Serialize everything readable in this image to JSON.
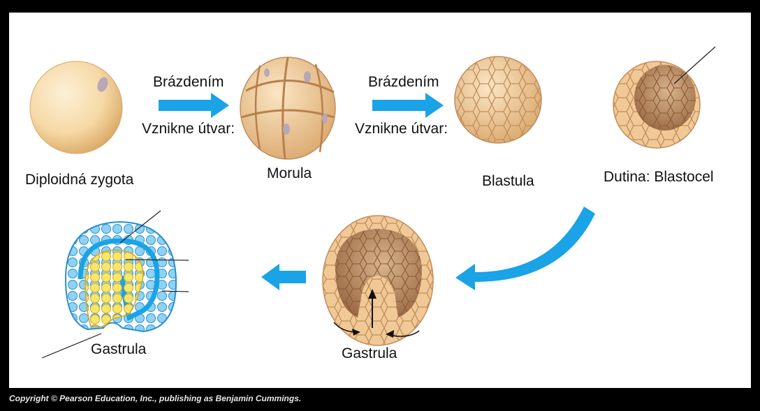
{
  "labels": {
    "zygote": "Diploidná zygota",
    "morula": "Morula",
    "blastula": "Blastula",
    "blastocel": "Dutina: Blastocel",
    "gastrula_early": "Gastrula",
    "gastrula_layers": "Gastrula",
    "cleavage_1": "Brázdením",
    "forms_1": "Vznikne útvar:",
    "cleavage_2": "Brázdením",
    "forms_2": "Vznikne útvar:"
  },
  "copyright": "Copyright © Pearson Education, Inc., publishing as Benjamin Cummings.",
  "colors": {
    "arrow": "#1aa3e6",
    "cell": "#f2cf9f",
    "cell_outline": "#c89a66",
    "ectoderm": "#3aaee8",
    "endoderm": "#f5dc3c",
    "background": "#ffffff",
    "frame": "#000000"
  }
}
